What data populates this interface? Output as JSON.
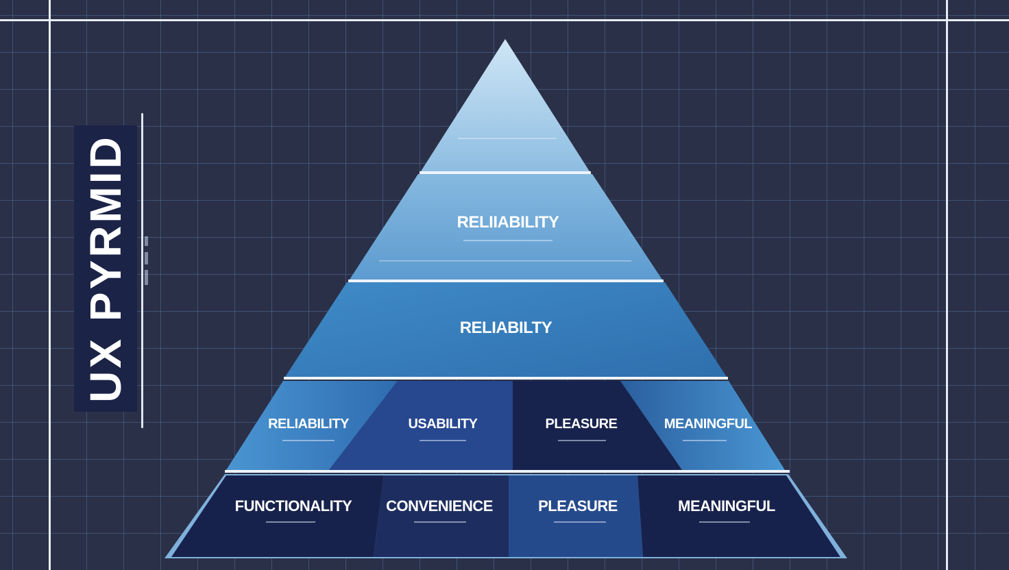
{
  "title": "UX PYRMID",
  "colors": {
    "background": "#2a3047",
    "title_panel": "#1b2347",
    "apex_light": "#c9e3f4",
    "tier_blue": "#3a7dbc",
    "navy": "#18234d"
  },
  "tiers": {
    "apex": {
      "label": ""
    },
    "upper": {
      "label": "RELIIABILITY"
    },
    "middle": {
      "label": "RELIABILTY"
    },
    "row3": [
      {
        "label": "RELIABILITY"
      },
      {
        "label": "USABILITY"
      },
      {
        "label": "PLEASURE"
      },
      {
        "label": "MEANINGFUL"
      }
    ],
    "row4": [
      {
        "label": "FUNCTIONALITY"
      },
      {
        "label": "CONVENIENCE"
      },
      {
        "label": "PLEASURE"
      },
      {
        "label": "MEANINGFUL"
      }
    ]
  }
}
